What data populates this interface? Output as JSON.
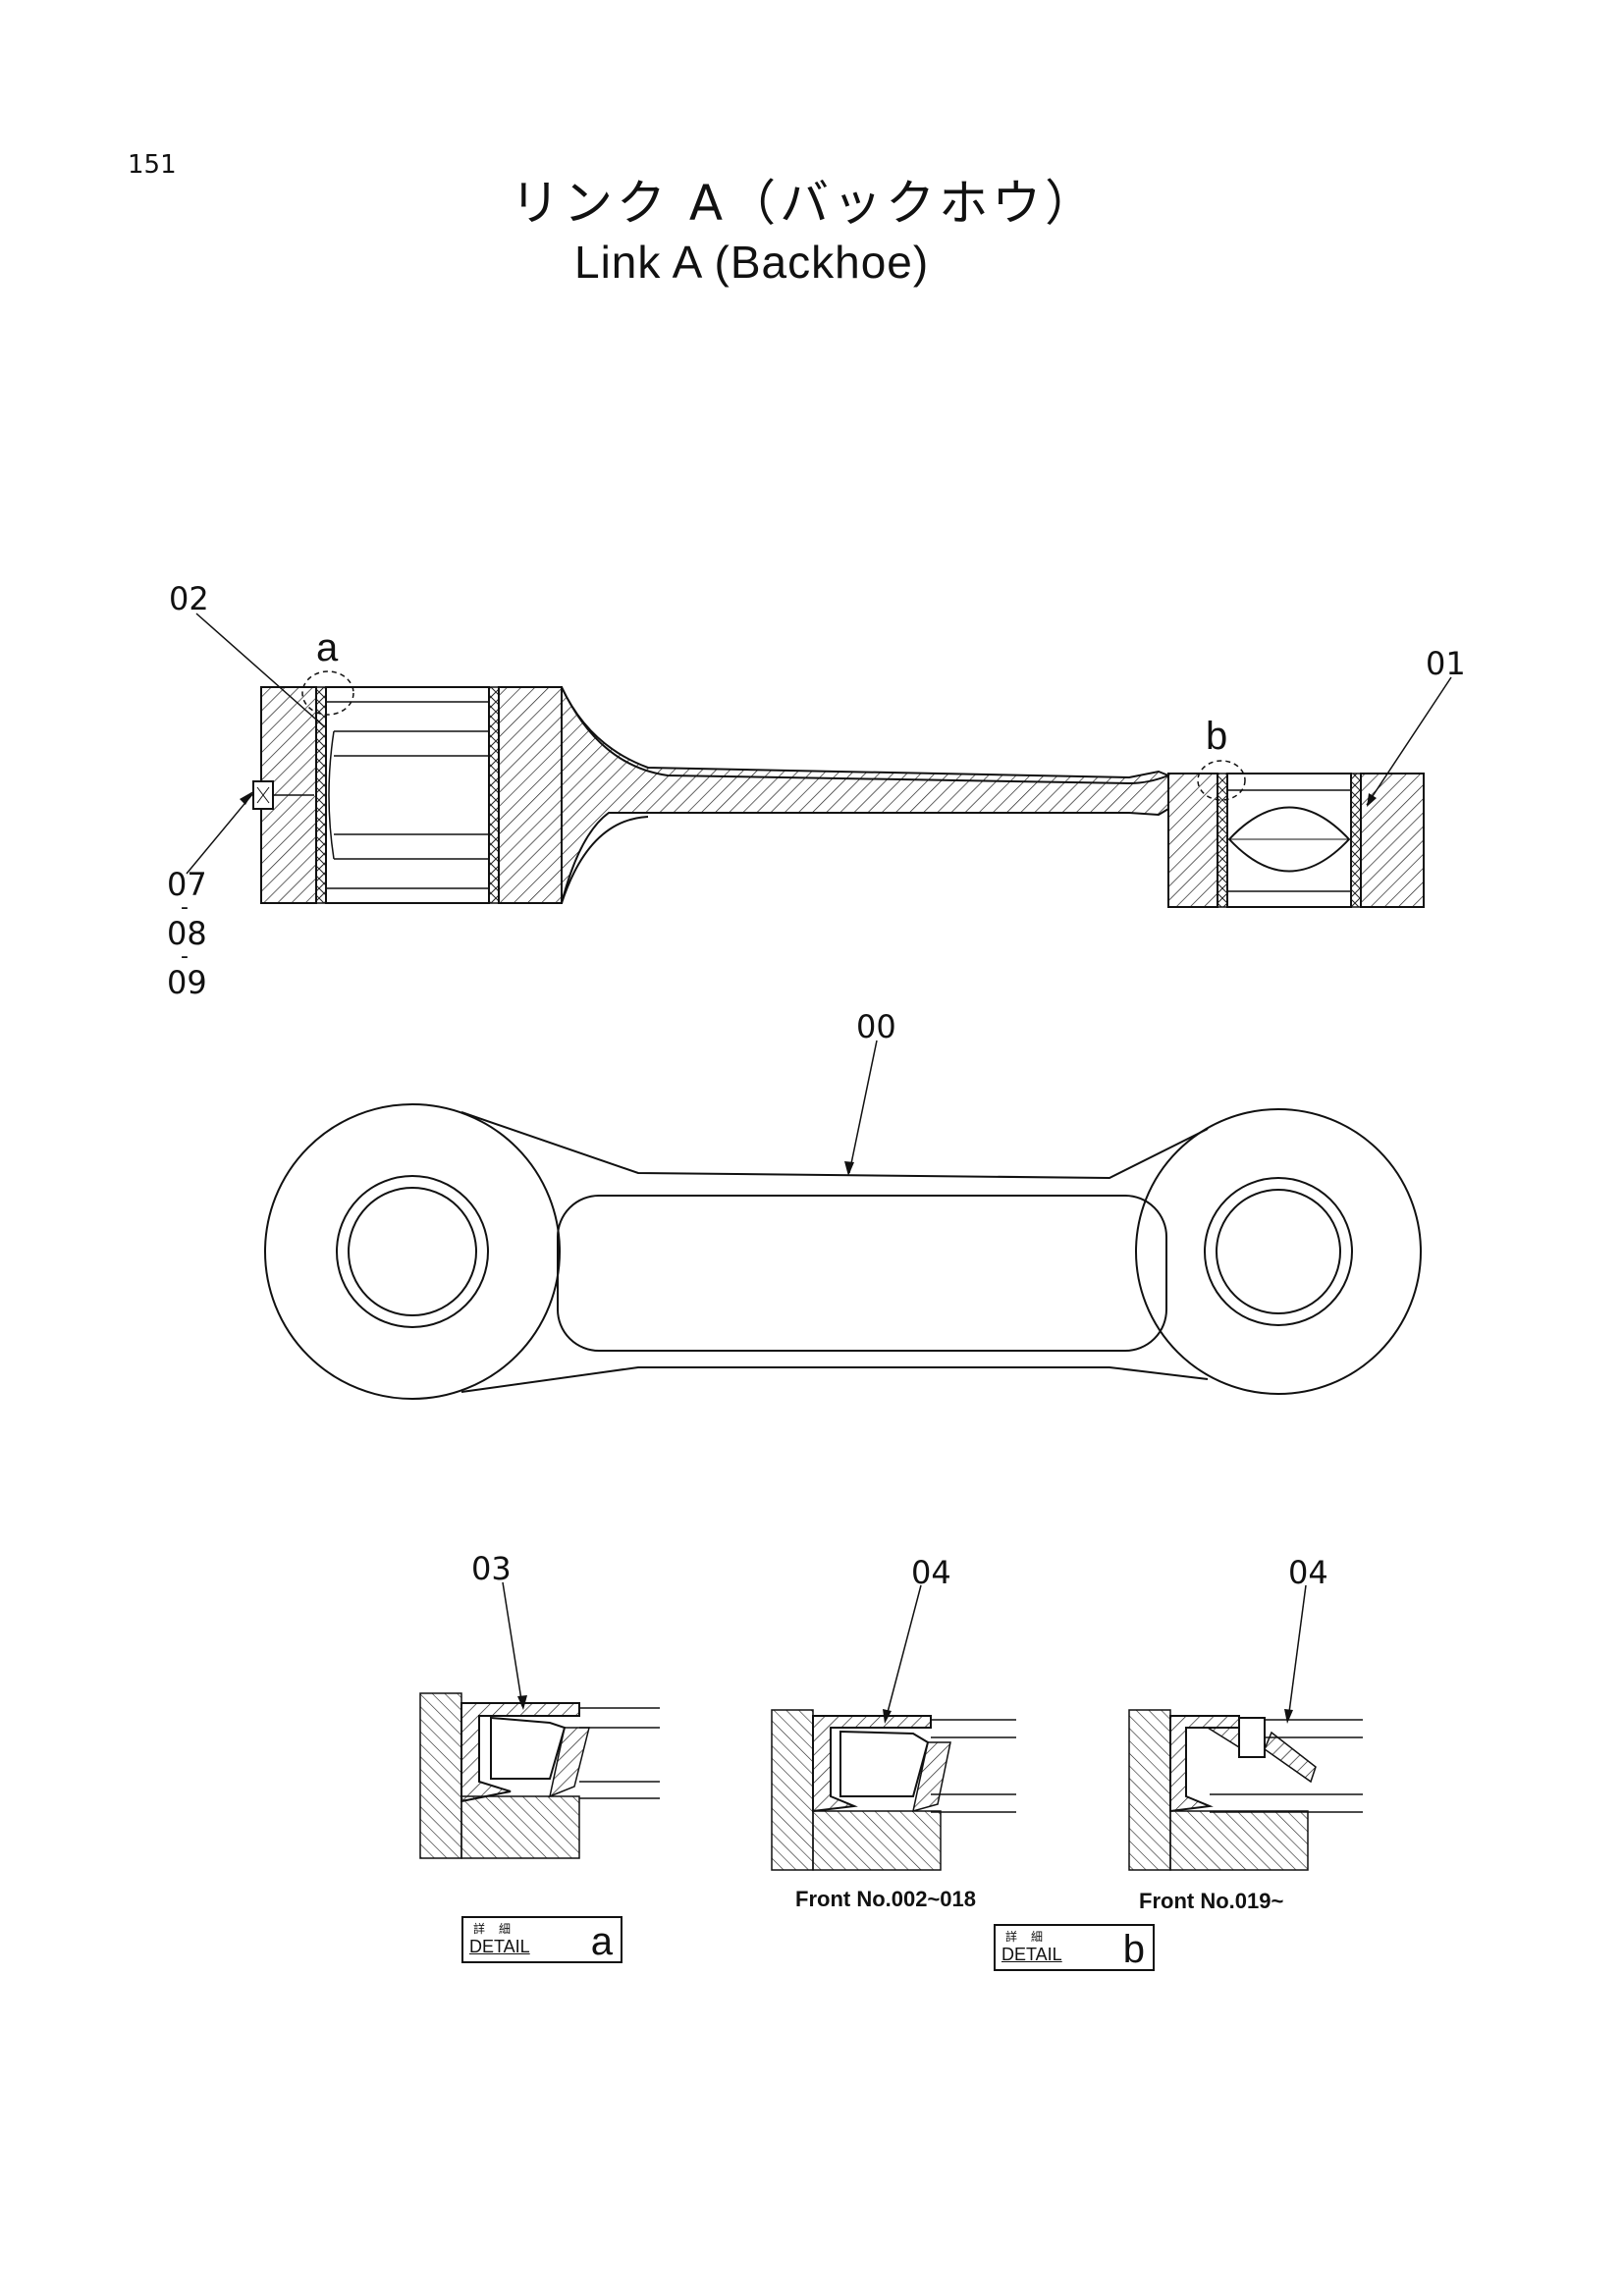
{
  "page_number": "151",
  "title_jp": "リンク A（バックホウ）",
  "title_en": "Link A (Backhoe)",
  "callouts": {
    "c02": "02",
    "ca": "a",
    "c01": "01",
    "cb": "b",
    "c07": "07",
    "c08": "08",
    "c09": "09",
    "dash": "-",
    "c00": "00",
    "c03": "03",
    "c04a": "04",
    "c04b": "04"
  },
  "details": {
    "a": {
      "kanji": "詳細",
      "word": "DETAIL",
      "letter": "a"
    },
    "b": {
      "kanji": "詳細",
      "word": "DETAIL",
      "letter": "b"
    }
  },
  "front_notes": {
    "n1": "Front No.002~018",
    "n2": "Front No.019~"
  }
}
